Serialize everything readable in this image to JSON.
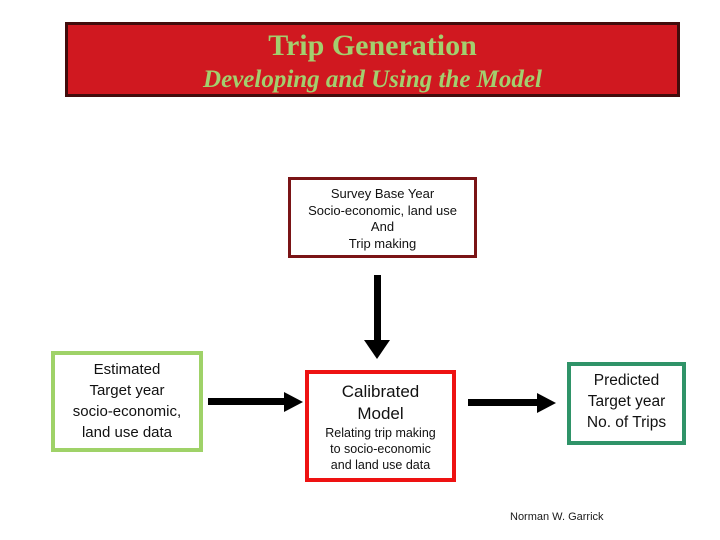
{
  "slide": {
    "title": "Trip Generation",
    "subtitle": "Developing and Using the Model",
    "footer_credit": "Norman W. Garrick"
  },
  "boxes": {
    "survey": {
      "lines": [
        "Survey Base Year",
        "Socio-economic, land use",
        "And",
        "Trip making"
      ]
    },
    "estimated": {
      "lines": [
        "Estimated",
        "Target year",
        "socio-economic,",
        "land use data"
      ]
    },
    "calibrated": {
      "title_lines": [
        "Calibrated",
        "Model"
      ],
      "detail_lines": [
        "Relating trip making",
        "to socio-economic",
        "and land use data"
      ]
    },
    "predicted": {
      "lines": [
        "Predicted",
        "Target year",
        "No. of Trips"
      ]
    }
  },
  "flow": {
    "arrows": [
      {
        "name": "survey-to-calibrated",
        "direction": "down"
      },
      {
        "name": "estimated-to-calibrated",
        "direction": "right"
      },
      {
        "name": "calibrated-to-predicted",
        "direction": "right"
      }
    ]
  },
  "colors": {
    "title_bar_bg": "#d01820",
    "title_bar_border": "#420c0c",
    "title_text": "#a3cf6e",
    "survey_border": "#7a1416",
    "estimated_border": "#9fd268",
    "calibrated_border": "#ee1212",
    "predicted_border": "#2f9368",
    "arrow": "#000000",
    "background": "#ffffff"
  }
}
